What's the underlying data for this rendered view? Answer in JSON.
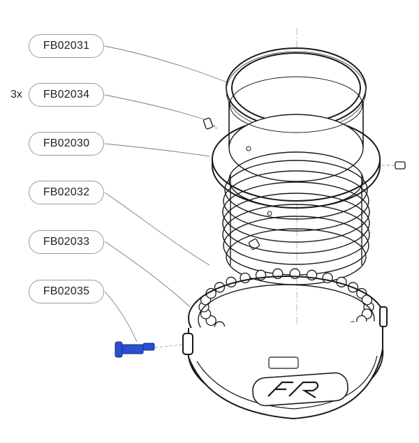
{
  "parts": [
    {
      "id": "FB02031",
      "qty": ""
    },
    {
      "id": "FB02034",
      "qty": "3x"
    },
    {
      "id": "FB02030",
      "qty": ""
    },
    {
      "id": "FB02032",
      "qty": ""
    },
    {
      "id": "FB02033",
      "qty": ""
    },
    {
      "id": "FB02035",
      "qty": ""
    }
  ],
  "colors": {
    "line": "#1a1a1a",
    "leader": "#7a7a7a",
    "highlight": "#2a4fd0"
  },
  "highlighted_part": "FB02035"
}
